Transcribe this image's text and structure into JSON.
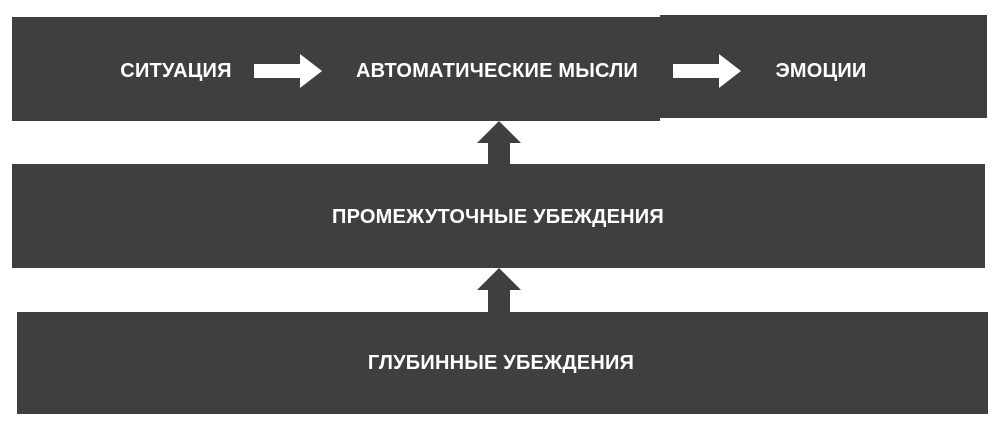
{
  "colors": {
    "box": "#3f3f3f",
    "text": "#ffffff",
    "arrow": "#3f3f3f",
    "background": "#ffffff"
  },
  "top_row": {
    "situation": "СИТУАЦИЯ",
    "automatic_thoughts": "АВТОМАТИЧЕСКИЕ МЫСЛИ",
    "emotions": "ЭМОЦИИ"
  },
  "middle_box": {
    "label": "ПРОМЕЖУТОЧНЫЕ УБЕЖДЕНИЯ"
  },
  "bottom_box": {
    "label": "ГЛУБИННЫЕ УБЕЖДЕНИЯ"
  },
  "icons": {
    "right_arrow": "right-arrow-icon",
    "up_arrow": "up-arrow-icon"
  }
}
